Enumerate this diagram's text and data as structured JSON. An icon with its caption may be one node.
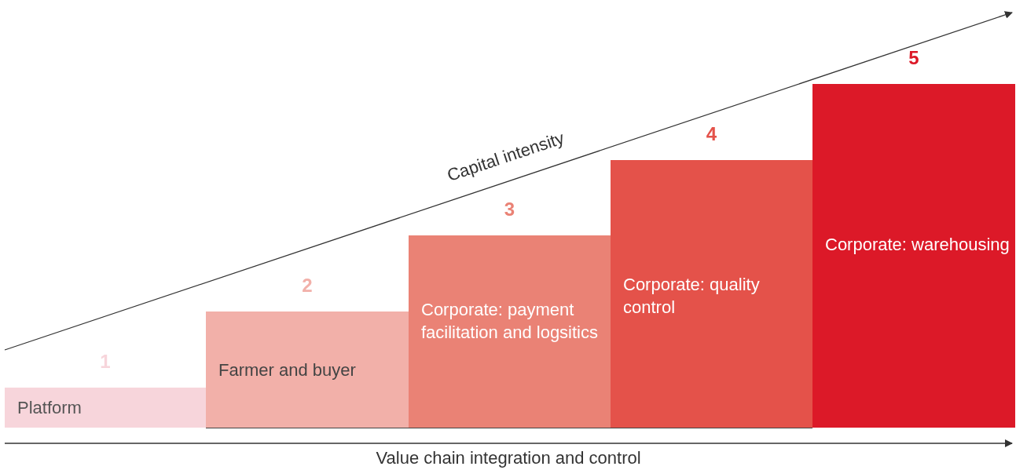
{
  "diagram": {
    "nodes": [
      {
        "text": [
          "Platform"
        ],
        "beside": [
          "1"
        ]
      },
      {
        "text": [
          "Farmer and buyer"
        ],
        "beside": [
          "2"
        ]
      },
      {
        "text": [
          "Corporate: payment facilitation and logsitics"
        ],
        "beside": [
          "3"
        ]
      },
      {
        "text": [
          "Corporate: quality control"
        ],
        "beside": [
          "4"
        ]
      },
      {
        "text": [
          "Corporate: warehousing"
        ],
        "beside": [
          "5"
        ]
      }
    ],
    "labels": [
      "Capital intensity",
      "Value chain integration and control"
    ]
  }
}
